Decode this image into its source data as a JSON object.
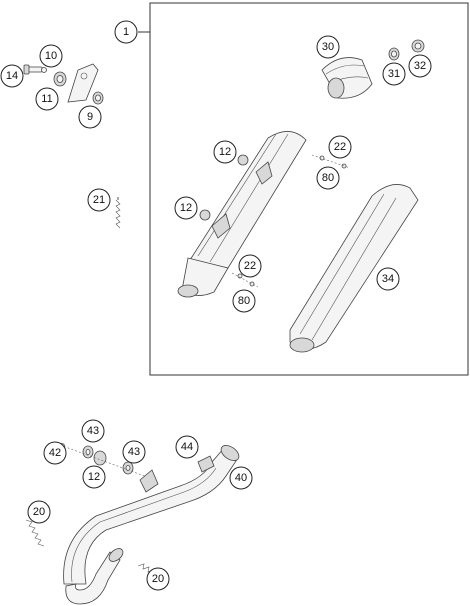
{
  "diagram": {
    "callouts": [
      {
        "id": "c1",
        "label": "1"
      },
      {
        "id": "c10",
        "label": "10"
      },
      {
        "id": "c14",
        "label": "14"
      },
      {
        "id": "c11",
        "label": "11"
      },
      {
        "id": "c9",
        "label": "9"
      },
      {
        "id": "c21",
        "label": "21"
      },
      {
        "id": "c30",
        "label": "30"
      },
      {
        "id": "c31",
        "label": "31"
      },
      {
        "id": "c32",
        "label": "32"
      },
      {
        "id": "c12a",
        "label": "12"
      },
      {
        "id": "c22a",
        "label": "22"
      },
      {
        "id": "c80a",
        "label": "80"
      },
      {
        "id": "c12b",
        "label": "12"
      },
      {
        "id": "c22b",
        "label": "22"
      },
      {
        "id": "c80b",
        "label": "80"
      },
      {
        "id": "c34",
        "label": "34"
      },
      {
        "id": "c43a",
        "label": "43"
      },
      {
        "id": "c42",
        "label": "42"
      },
      {
        "id": "c12c",
        "label": "12"
      },
      {
        "id": "c43b",
        "label": "43"
      },
      {
        "id": "c44",
        "label": "44"
      },
      {
        "id": "c40",
        "label": "40"
      },
      {
        "id": "c20a",
        "label": "20"
      },
      {
        "id": "c20b",
        "label": "20"
      }
    ]
  }
}
